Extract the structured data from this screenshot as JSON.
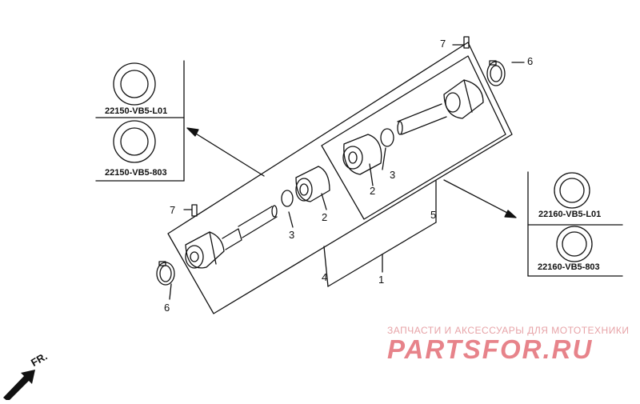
{
  "callouts": {
    "c1": "1",
    "c2a": "2",
    "c2b": "2",
    "c3a": "3",
    "c3b": "3",
    "c4": "4",
    "c5": "5",
    "c6a": "6",
    "c6b": "6",
    "c7a": "7",
    "c7b": "7"
  },
  "left_box": {
    "part_a": "22150-VB5-L01",
    "part_b": "22150-VB5-803"
  },
  "right_box": {
    "part_a": "22160-VB5-L01",
    "part_b": "22160-VB5-803"
  },
  "watermark": {
    "tagline": "ЗАПЧАСТИ И АКСЕССУАРЫ ДЛЯ МОТОТЕХНИКИ",
    "brand": "PARTSFOR.RU"
  },
  "direction_label": "FR."
}
